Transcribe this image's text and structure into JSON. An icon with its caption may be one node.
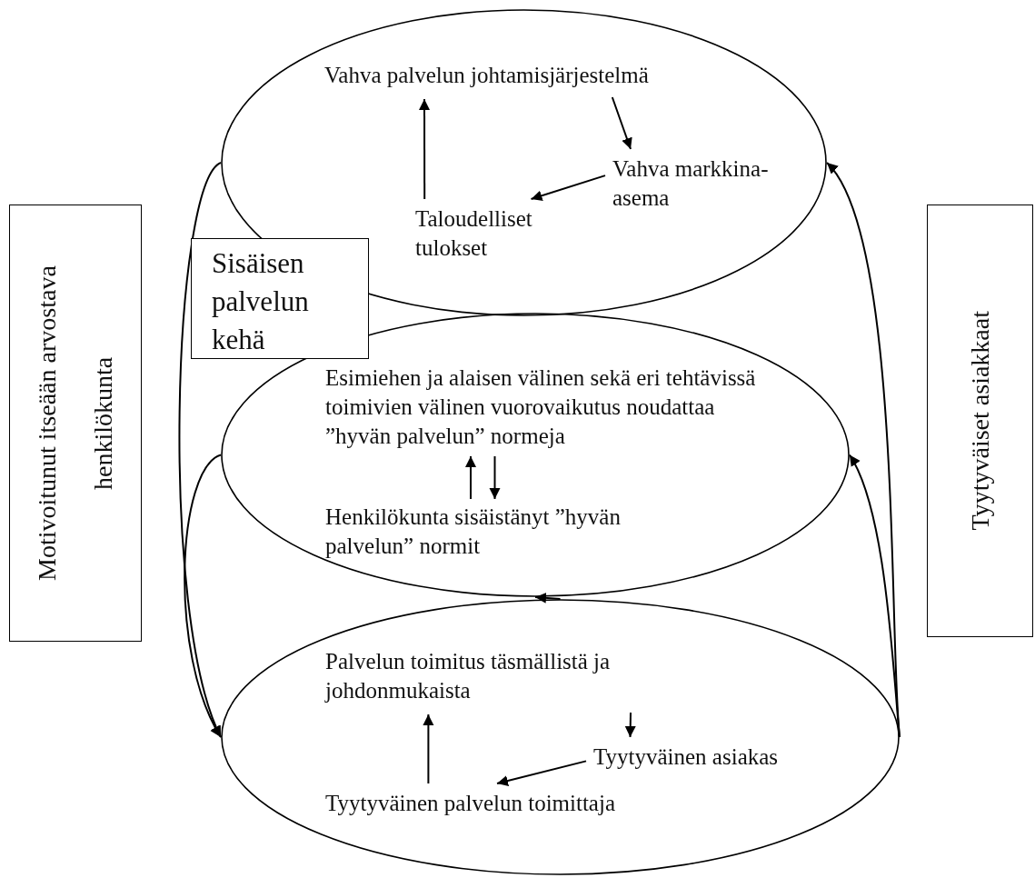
{
  "diagram": {
    "nodes": [
      {
        "text": [],
        "shape": "ellipse"
      },
      {
        "text": [
          "Vahva palvelun johtamisjärjestelmä"
        ],
        "in": 0
      },
      {
        "text": [
          "Vahva markkina-asema"
        ],
        "in": 0
      },
      {
        "text": [
          "Taloudelliset tulokset"
        ],
        "in": 0
      },
      {
        "text": [
          "Sisäisen palvelun kehä"
        ]
      },
      {
        "text": [],
        "shape": "ellipse"
      },
      {
        "text": [
          "Esimiehen ja alaisen välinen sekä eri tehtävissä toimivien välinen vuorovaikutus noudattaa ”hyvän palvelun” normeja"
        ],
        "in": 5
      },
      {
        "text": [
          "Henkilökunta sisäistänyt ”hyvän palvelun” normit"
        ],
        "in": 5
      },
      {
        "text": [],
        "shape": "ellipse"
      },
      {
        "text": [
          "Palvelun toimitus täsmällistä ja johdonmukaista"
        ],
        "in": 8
      },
      {
        "text": [
          "Tyytyväinen asiakas"
        ],
        "in": 8
      },
      {
        "text": [
          "Tyytyväinen palvelun toimittaja"
        ],
        "in": 8
      },
      {
        "text": [
          "Motivoitunut itseään arvostava henkilökunta"
        ]
      },
      {
        "text": [
          "Tyytyväiset asiakkaat"
        ]
      }
    ],
    "edges": [
      {
        "from": 1,
        "to": 2,
        "arrow": "to"
      },
      {
        "from": 2,
        "to": 3,
        "arrow": "to"
      },
      {
        "from": 3,
        "to": 1,
        "arrow": "to"
      },
      {
        "from": 7,
        "to": 6,
        "arrow": "to"
      },
      {
        "from": 6,
        "to": 7,
        "arrow": "to"
      },
      {
        "from": 0,
        "to": 8,
        "arrow": "to"
      },
      {
        "from": 5,
        "to": 8,
        "arrow": "to"
      },
      {
        "from": 8,
        "to": 5,
        "arrow": "to"
      },
      {
        "from": 8,
        "to": 0,
        "arrow": "to"
      },
      {
        "from": 8,
        "to": 5,
        "arrow": "to"
      },
      {
        "from": 9,
        "to": 10,
        "arrow": "to"
      },
      {
        "from": 10,
        "to": 11,
        "arrow": "to"
      },
      {
        "from": 11,
        "to": 9,
        "arrow": "to"
      }
    ]
  }
}
